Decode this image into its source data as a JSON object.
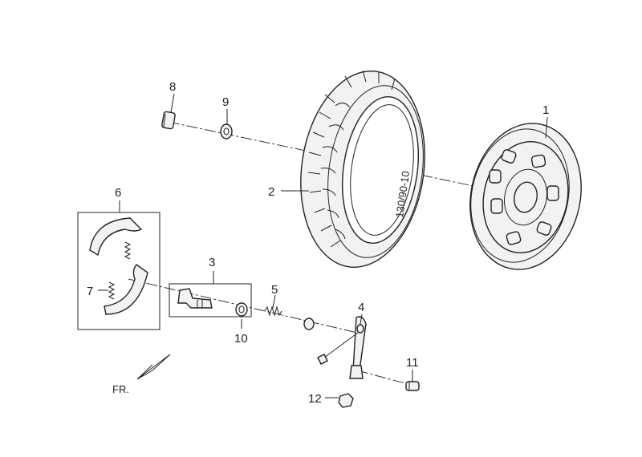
{
  "diagram": {
    "callouts": [
      {
        "id": "1",
        "label": "1"
      },
      {
        "id": "2",
        "label": "2"
      },
      {
        "id": "3",
        "label": "3"
      },
      {
        "id": "4",
        "label": "4"
      },
      {
        "id": "5",
        "label": "5"
      },
      {
        "id": "6",
        "label": "6"
      },
      {
        "id": "7",
        "label": "7"
      },
      {
        "id": "8",
        "label": "8"
      },
      {
        "id": "9",
        "label": "9"
      },
      {
        "id": "10",
        "label": "10"
      },
      {
        "id": "11",
        "label": "11"
      },
      {
        "id": "12",
        "label": "12"
      }
    ],
    "direction_label": "FR.",
    "tire_marking": "130/90-10"
  }
}
